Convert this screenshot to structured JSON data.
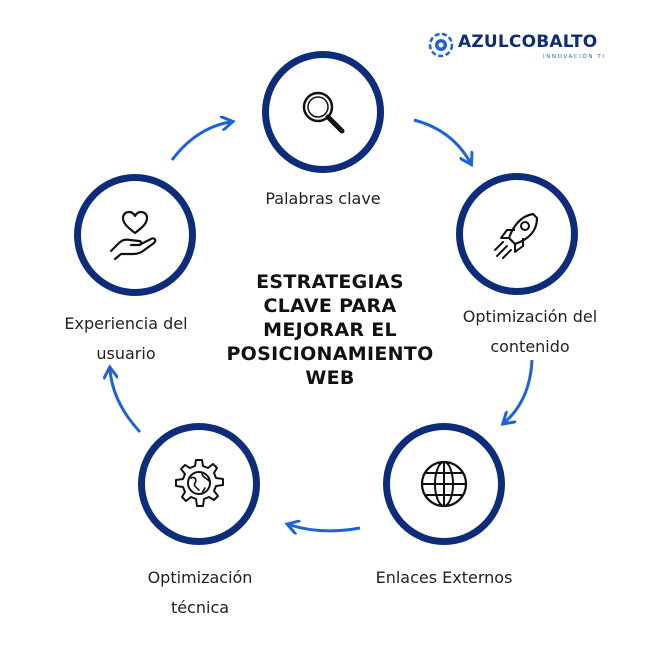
{
  "brand": {
    "name": "AZULCOBALTO",
    "tagline": "INNOVACIÓN TI"
  },
  "title_lines": [
    "ESTRATEGIAS",
    "CLAVE PARA",
    "MEJORAR EL",
    "POSICIONAMIENTO",
    "WEB"
  ],
  "nodes": [
    {
      "id": "palabras",
      "icon": "magnifier-icon",
      "label_lines": [
        "Palabras clave"
      ]
    },
    {
      "id": "contenido",
      "icon": "rocket-icon",
      "label_lines": [
        "Optimización del",
        "contenido"
      ]
    },
    {
      "id": "enlaces",
      "icon": "globe-icon",
      "label_lines": [
        "Enlaces Externos"
      ]
    },
    {
      "id": "tecnica",
      "icon": "gear-globe-icon",
      "label_lines": [
        "Optimización",
        "técnica"
      ]
    },
    {
      "id": "experiencia",
      "icon": "heart-hand-icon",
      "label_lines": [
        "Experiencia del",
        "usuario"
      ]
    }
  ],
  "colors": {
    "ring": "#0d2d7a",
    "arrow": "#1e63d6",
    "text": "#222222"
  }
}
